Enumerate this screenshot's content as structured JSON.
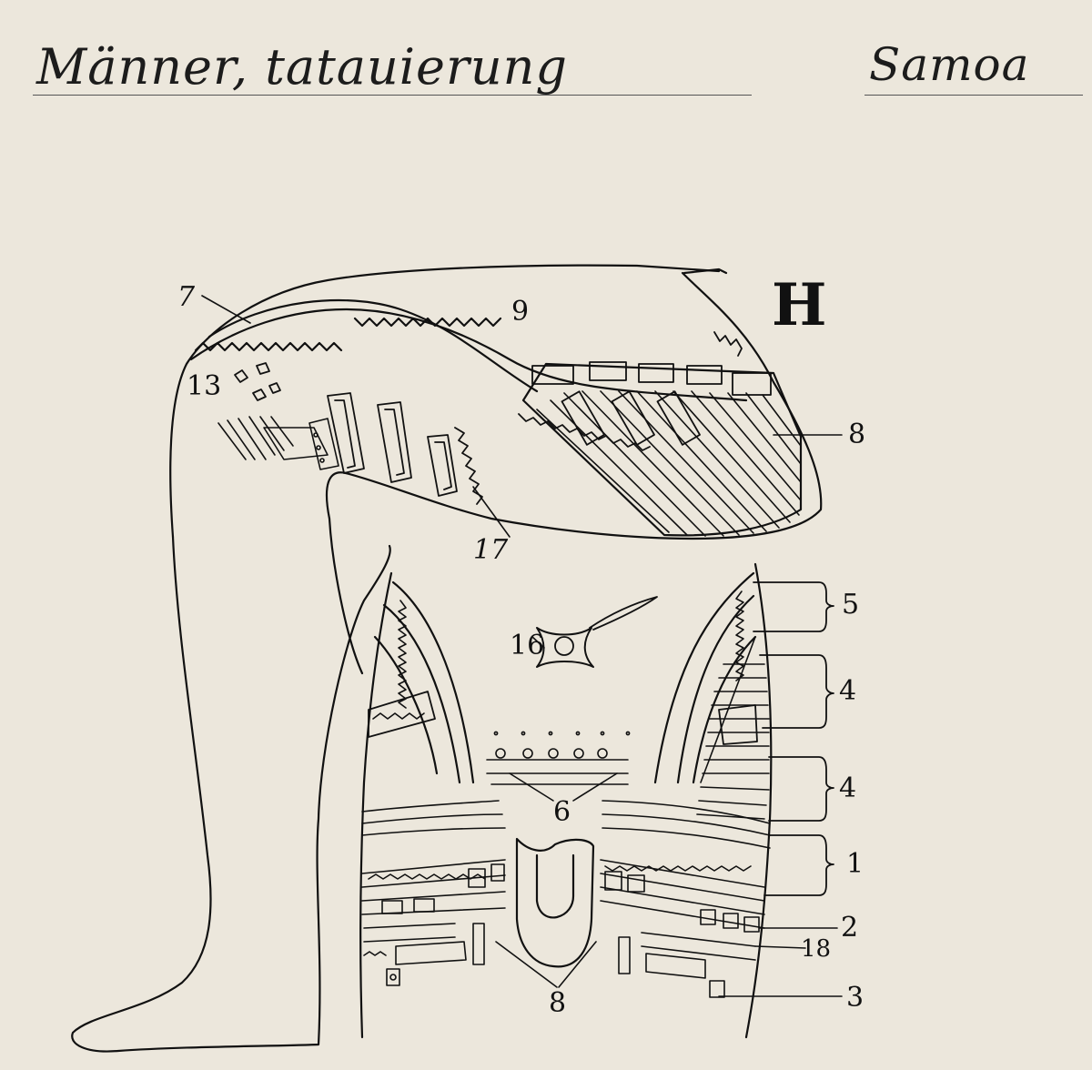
{
  "header": {
    "title": "Männer, tatauierung",
    "region": "Samoa"
  },
  "plate_letter": "H",
  "labels": {
    "l7": "7",
    "l9": "9",
    "l13": "13",
    "l8_top": "8",
    "l17": "17",
    "l5": "5",
    "l16": "16",
    "l4_a": "4",
    "l4_b": "4",
    "l6": "6",
    "l1": "1",
    "l2": "2",
    "l18": "18",
    "l3": "3",
    "l8_bottom": "8"
  },
  "colors": {
    "paper": "#ece7dc",
    "ink": "#111111"
  }
}
